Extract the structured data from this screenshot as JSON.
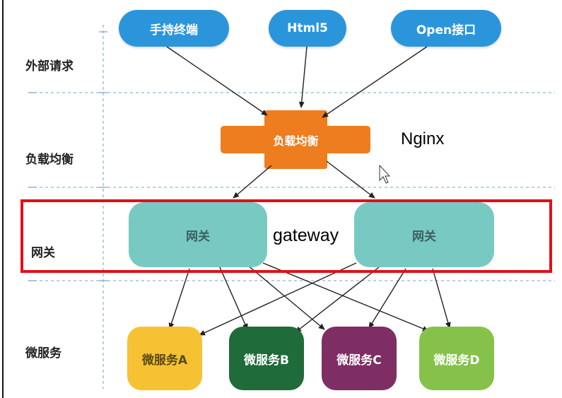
{
  "lanes": {
    "external": "外部请求",
    "load_balance": "负载均衡",
    "gateway": "网关",
    "microservices": "微服务"
  },
  "clients": {
    "mobile": "手持终端",
    "html5": "Html5",
    "open_api": "Open接口"
  },
  "balancer": {
    "label": "负载均衡",
    "tag": "Nginx"
  },
  "gateways": {
    "left": "网关",
    "right": "网关",
    "tag": "gateway"
  },
  "services": {
    "a": "微服务A",
    "b": "微服务B",
    "c": "微服务C",
    "d": "微服务D"
  },
  "colors": {
    "client_blue": "#2b95dc",
    "balancer_orange": "#ee7d1f",
    "gateway_teal": "#79c9c3",
    "service_a": "#f6c234",
    "service_b": "#1f6b3a",
    "service_c": "#7e2e63",
    "service_d": "#86c24a",
    "highlight_red": "#e0101a"
  }
}
